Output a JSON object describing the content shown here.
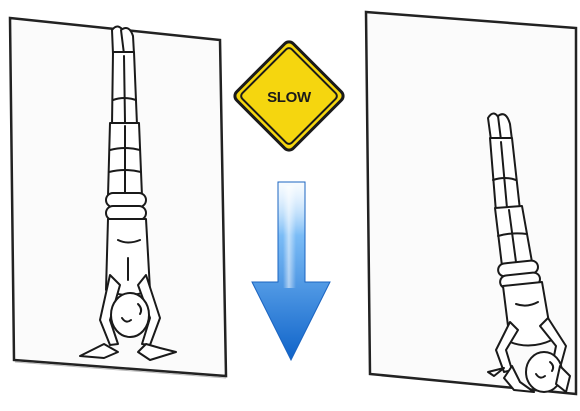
{
  "slow_sign": {
    "text": "SLOW",
    "fill_color": "#f5d60f",
    "border_color": "#1a1a1a"
  },
  "arrow": {
    "direction": "down",
    "color": "#1f7fe0"
  },
  "panels": [
    {
      "pose": "handstand-against-wall"
    },
    {
      "pose": "headstand-against-wall"
    }
  ]
}
